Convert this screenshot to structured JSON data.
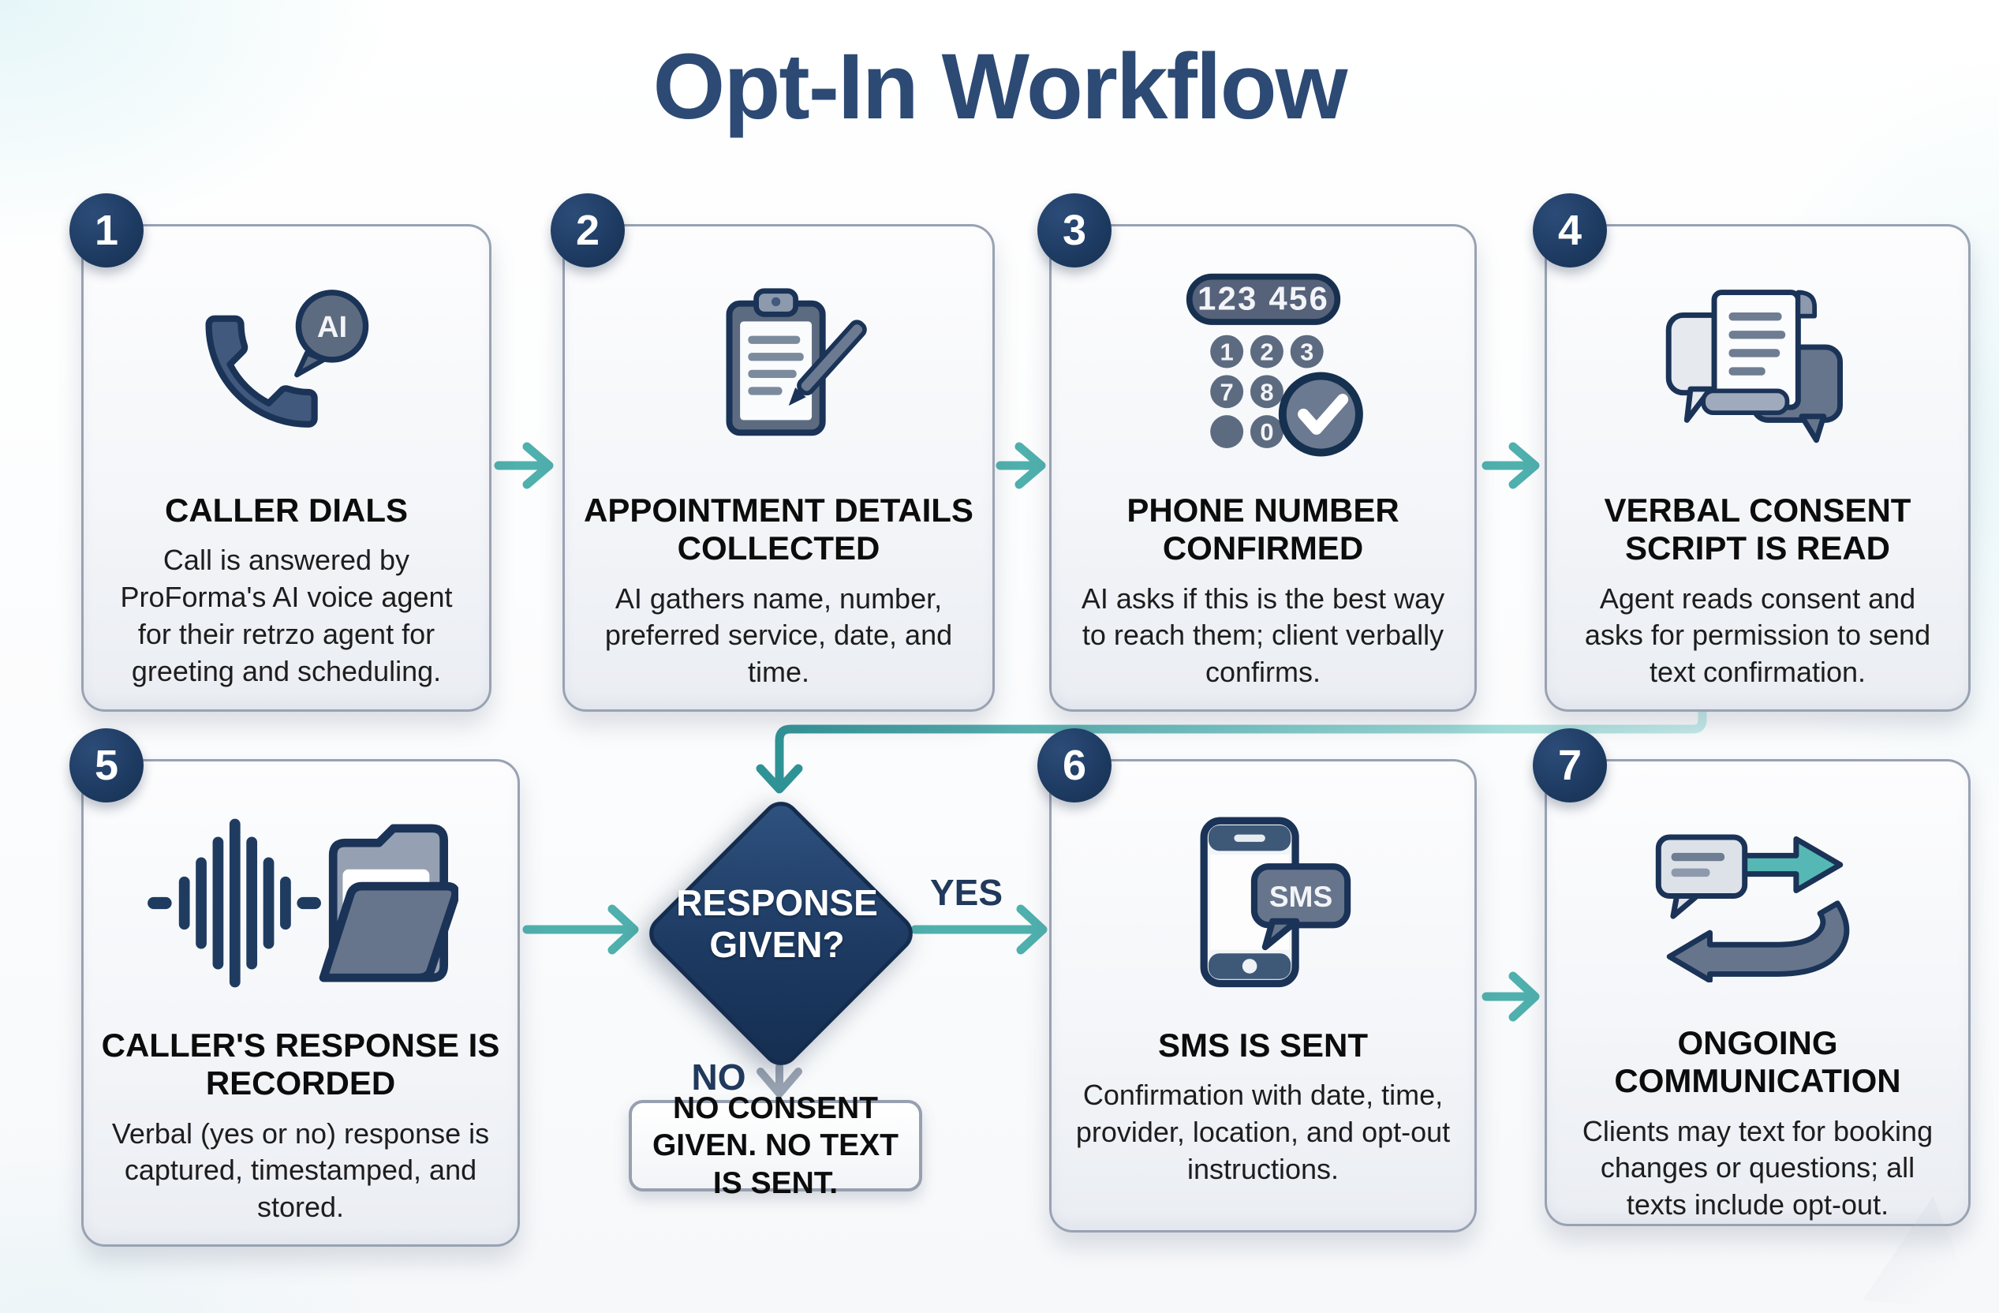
{
  "title": "Opt-In Workflow",
  "steps": [
    {
      "number": "1",
      "title": "CALLER DIALS",
      "description": "Call is answered by ProForma's AI voice agent for their retrzo agent for greeting and scheduling.",
      "icon": "phone-ai-icon",
      "ai_label": "AI"
    },
    {
      "number": "2",
      "title": "APPOINTMENT DETAILS COLLECTED",
      "description": "AI gathers name, number, preferred service, date, and time.",
      "icon": "clipboard-pen-icon"
    },
    {
      "number": "3",
      "title": "PHONE NUMBER CONFIRMED",
      "description": "AI asks if this is the best way to reach them; client verbally confirms.",
      "icon": "keypad-check-icon",
      "keypad": {
        "display": "123 456",
        "keys": [
          "1",
          "2",
          "3",
          "7",
          "8",
          "0"
        ]
      }
    },
    {
      "number": "4",
      "title": "VERBAL CONSENT SCRIPT IS READ",
      "description": "Agent reads consent and asks for permission to send text confirmation.",
      "icon": "consent-script-icon"
    },
    {
      "number": "5",
      "title": "CALLER'S RESPONSE IS RECORDED",
      "description": "Verbal (yes or no) response is captured, timestamped, and stored.",
      "icon": "waveform-folder-icon"
    },
    {
      "number": "6",
      "title": "SMS IS SENT",
      "description": "Confirmation with date, time, provider, location, and opt-out instructions.",
      "icon": "phone-sms-icon",
      "sms_label": "SMS"
    },
    {
      "number": "7",
      "title": "ONGOING COMMUNICATION",
      "description": "Clients may text for booking changes or questions; all texts include opt-out.",
      "icon": "exchange-arrows-icon"
    }
  ],
  "decision": {
    "question": "RESPONSE GIVEN?",
    "yes_label": "YES",
    "no_label": "NO",
    "no_outcome": "NO CONSENT GIVEN. NO TEXT IS SENT."
  },
  "colors": {
    "accent_teal": "#4fb0ad",
    "navy": "#1d3a61",
    "title_navy": "#2c4a74",
    "gray_arrow": "#98a3b1"
  }
}
